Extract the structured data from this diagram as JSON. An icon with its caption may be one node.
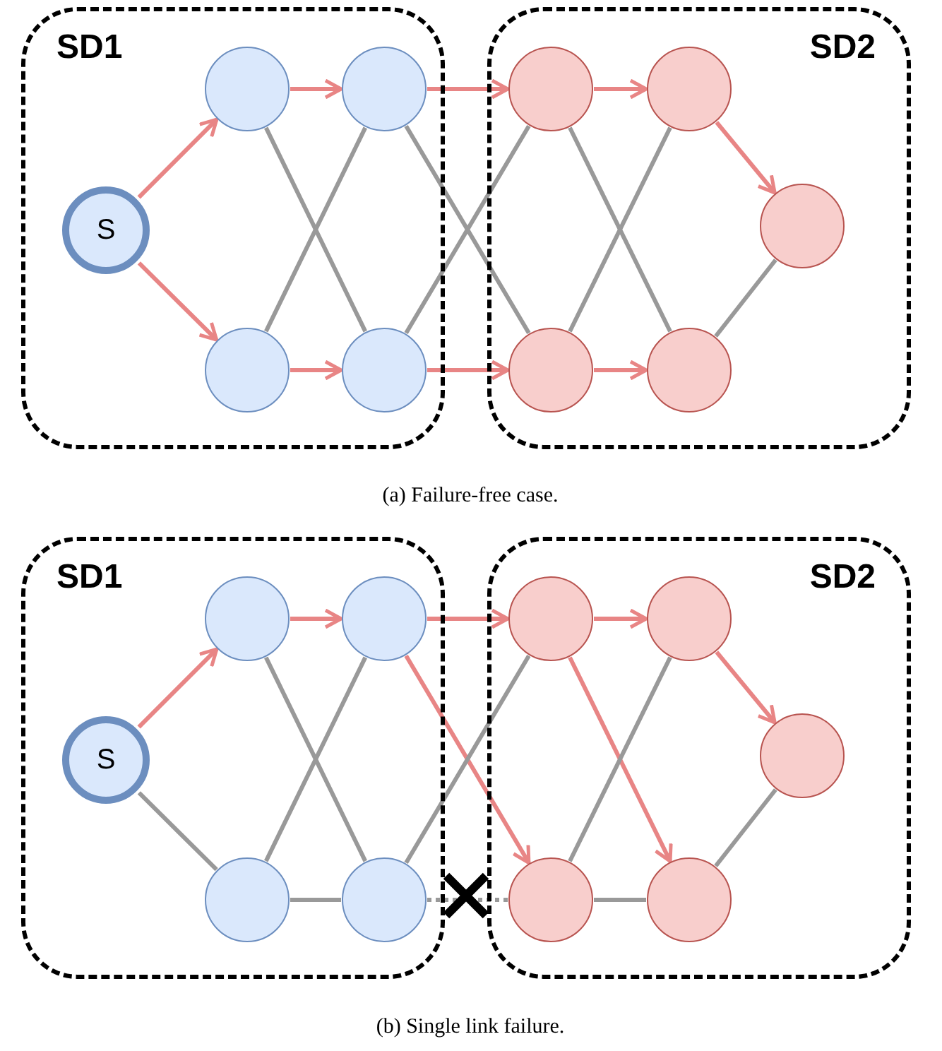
{
  "diagram": {
    "nodes": [
      {
        "text": [
          "SD1"
        ]
      },
      {
        "text": [
          "S"
        ],
        "in": 0
      },
      {
        "text": [],
        "shape": "circle",
        "in": 0
      },
      {
        "text": [],
        "shape": "circle",
        "in": 0
      },
      {
        "text": [],
        "shape": "circle",
        "in": 0
      },
      {
        "text": [],
        "shape": "circle",
        "in": 0
      },
      {
        "text": [
          "SD2"
        ]
      },
      {
        "text": [],
        "shape": "circle",
        "in": 6
      },
      {
        "text": [],
        "shape": "circle",
        "in": 6
      },
      {
        "text": [],
        "shape": "circle",
        "in": 6
      },
      {
        "text": [],
        "shape": "circle",
        "in": 6
      },
      {
        "text": [],
        "shape": "circle",
        "in": 6
      },
      {
        "text": [
          "SD1"
        ]
      },
      {
        "text": [
          "S"
        ],
        "in": 12
      },
      {
        "text": [],
        "shape": "circle",
        "in": 12
      },
      {
        "text": [],
        "shape": "circle",
        "in": 12
      },
      {
        "text": [],
        "shape": "circle",
        "in": 12
      },
      {
        "text": [],
        "shape": "circle",
        "in": 12
      },
      {
        "text": [
          "SD2"
        ]
      },
      {
        "text": [],
        "shape": "circle",
        "in": 18
      },
      {
        "text": [],
        "shape": "circle",
        "in": 18
      },
      {
        "text": [],
        "shape": "circle",
        "in": 18
      },
      {
        "text": [],
        "shape": "circle",
        "in": 18
      },
      {
        "text": [],
        "shape": "circle",
        "in": 18
      }
    ],
    "edges": [
      {
        "from": 1,
        "to": 2,
        "arrow": "to",
        "color": "#e88585"
      },
      {
        "from": 1,
        "to": 3,
        "arrow": "to",
        "color": "#e88585"
      },
      {
        "from": 2,
        "to": 4,
        "arrow": "to",
        "color": "#e88585"
      },
      {
        "from": 3,
        "to": 5,
        "arrow": "to",
        "color": "#e88585"
      },
      {
        "from": 4,
        "to": 7,
        "arrow": "to",
        "color": "#e88585"
      },
      {
        "from": 5,
        "to": 8,
        "arrow": "to",
        "color": "#e88585"
      },
      {
        "from": 7,
        "to": 9,
        "arrow": "to",
        "color": "#e88585"
      },
      {
        "from": 8,
        "to": 10,
        "arrow": "to",
        "color": "#e88585"
      },
      {
        "from": 9,
        "to": 11,
        "arrow": "to",
        "color": "#e88585"
      },
      {
        "from": 2,
        "to": 5,
        "arrow": "none"
      },
      {
        "from": 3,
        "to": 4,
        "arrow": "none"
      },
      {
        "from": 4,
        "to": 8,
        "arrow": "none"
      },
      {
        "from": 5,
        "to": 7,
        "arrow": "none"
      },
      {
        "from": 7,
        "to": 10,
        "arrow": "none"
      },
      {
        "from": 8,
        "to": 9,
        "arrow": "none"
      },
      {
        "from": 10,
        "to": 11,
        "arrow": "none"
      },
      {
        "from": 13,
        "to": 14,
        "arrow": "to",
        "color": "#e88585"
      },
      {
        "from": 14,
        "to": 16,
        "arrow": "to",
        "color": "#e88585"
      },
      {
        "from": 16,
        "to": 19,
        "arrow": "to",
        "color": "#e88585"
      },
      {
        "from": 16,
        "to": 20,
        "arrow": "to",
        "color": "#e88585"
      },
      {
        "from": 19,
        "to": 21,
        "arrow": "to",
        "color": "#e88585"
      },
      {
        "from": 19,
        "to": 22,
        "arrow": "to",
        "color": "#e88585"
      },
      {
        "from": 21,
        "to": 23,
        "arrow": "to",
        "color": "#e88585"
      },
      {
        "from": 13,
        "to": 15,
        "arrow": "none"
      },
      {
        "from": 14,
        "to": 17,
        "arrow": "none"
      },
      {
        "from": 15,
        "to": 16,
        "arrow": "none"
      },
      {
        "from": 15,
        "to": 17,
        "arrow": "none"
      },
      {
        "from": 17,
        "to": 19,
        "arrow": "none"
      },
      {
        "from": 17,
        "to": 20,
        "arrow": "none",
        "style": "dashed"
      },
      {
        "from": 20,
        "to": 21,
        "arrow": "none"
      },
      {
        "from": 20,
        "to": 22,
        "arrow": "none"
      },
      {
        "from": 22,
        "to": 23,
        "arrow": "none"
      }
    ],
    "labels": [
      "(a) Failure-free case.",
      "(b) Single link failure."
    ]
  }
}
